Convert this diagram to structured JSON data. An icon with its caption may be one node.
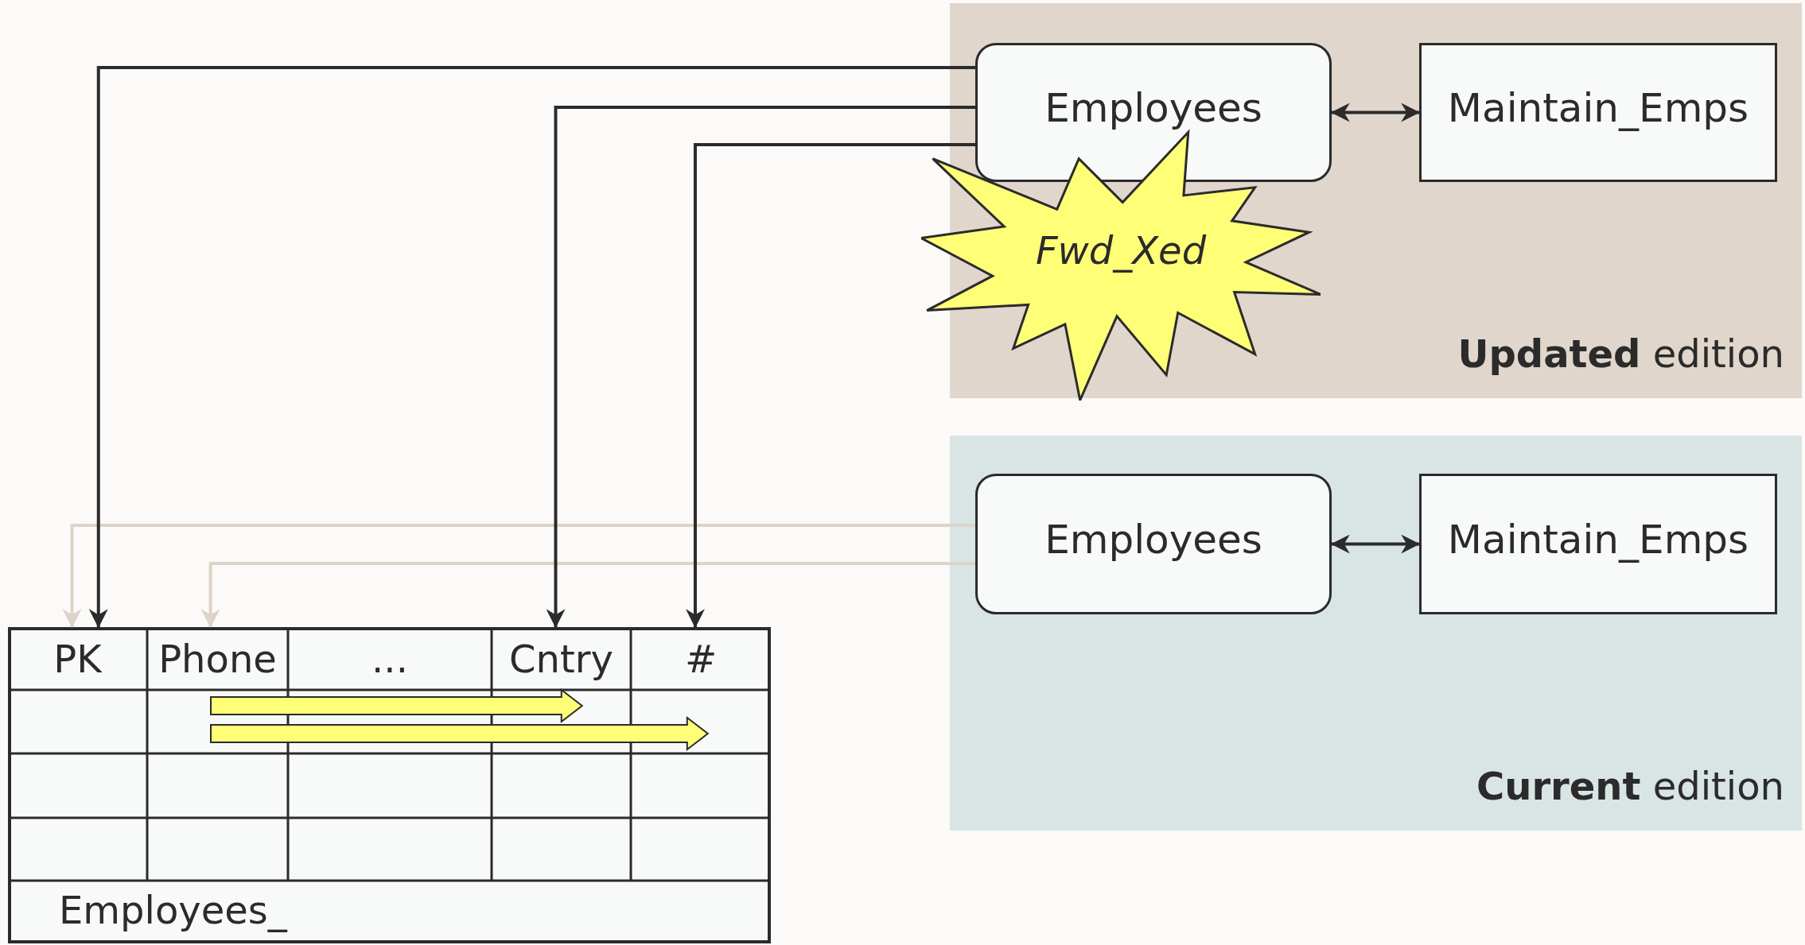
{
  "diagram": {
    "nodes": [
      {
        "text": [
          "**Updated** edition"
        ]
      },
      {
        "text": [
          "Employees"
        ],
        "in": 0
      },
      {
        "text": [
          "Maintain_Emps"
        ],
        "in": 0
      },
      {
        "text": [
          "Fwd_Xed"
        ]
      },
      {
        "text": [
          "**Current** edition"
        ]
      },
      {
        "text": [
          "Employees"
        ],
        "in": 4
      },
      {
        "text": [
          "Maintain_Emps"
        ],
        "in": 4
      },
      {
        "text": [
          "Employees_"
        ]
      },
      {
        "text": [
          "PK"
        ],
        "in": 7
      },
      {
        "text": [
          "Phone"
        ],
        "in": 7
      },
      {
        "text": [
          "..."
        ],
        "in": 7
      },
      {
        "text": [
          "Cntry"
        ],
        "in": 7
      },
      {
        "text": [
          "#"
        ],
        "in": 7
      }
    ],
    "edges": [
      {
        "from": 1,
        "to": 2,
        "arrow": "both"
      },
      {
        "from": 5,
        "to": 6,
        "arrow": "both"
      },
      {
        "from": 1,
        "to": 8,
        "arrow": "to"
      },
      {
        "from": 1,
        "to": 11,
        "arrow": "to"
      },
      {
        "from": 1,
        "to": 12,
        "arrow": "to"
      },
      {
        "from": 5,
        "to": 8,
        "arrow": "to",
        "color": "#ddd3c8"
      },
      {
        "from": 5,
        "to": 9,
        "arrow": "to",
        "color": "#ddd3c8"
      },
      {
        "from": 9,
        "to": 11,
        "arrow": "to",
        "style": "thick",
        "color": "#ffff77"
      },
      {
        "from": 9,
        "to": 12,
        "arrow": "to",
        "style": "thick",
        "color": "#ffff77"
      }
    ]
  }
}
